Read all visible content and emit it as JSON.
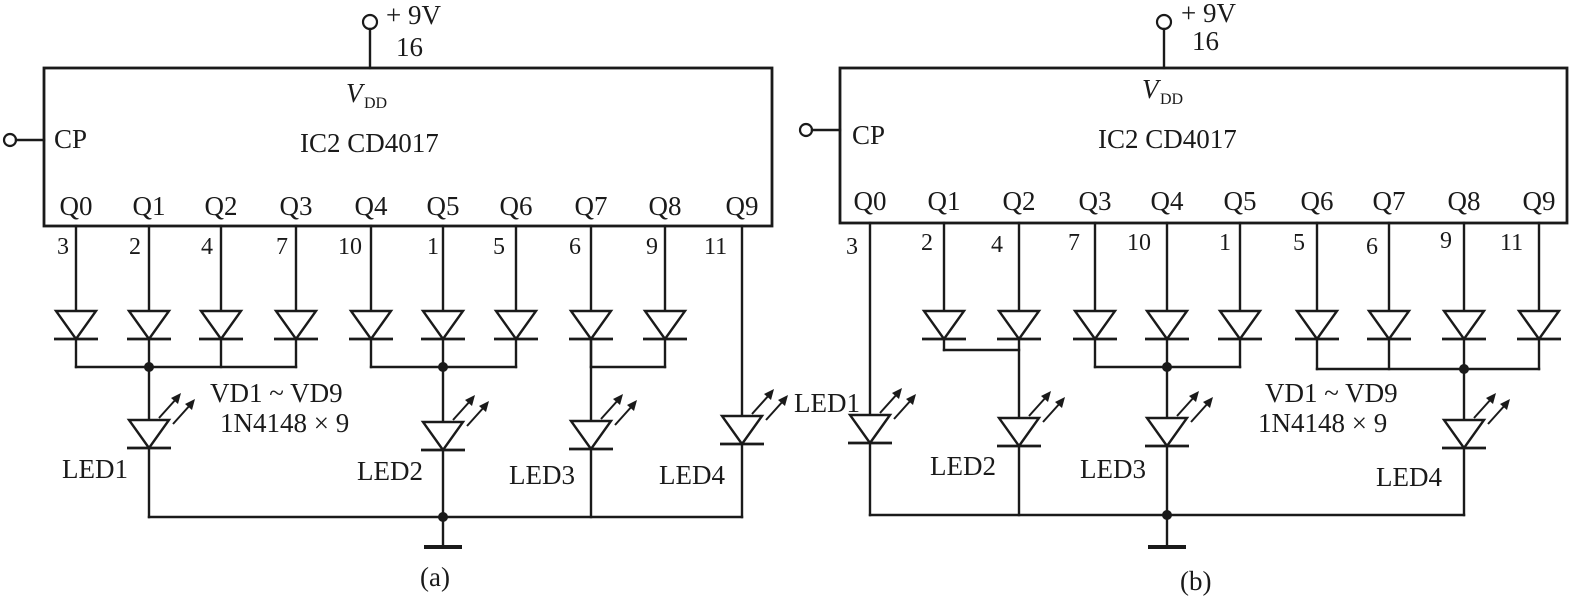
{
  "figure": {
    "circuit_a": {
      "supply": "+ 9V",
      "supply_pin": "16",
      "vdd": "V",
      "vdd_sub": "DD",
      "clock_label": "CP",
      "ic_label": "IC2  CD4017",
      "outputs": [
        {
          "name": "Q0",
          "pin": "3"
        },
        {
          "name": "Q1",
          "pin": "2"
        },
        {
          "name": "Q2",
          "pin": "4"
        },
        {
          "name": "Q3",
          "pin": "7"
        },
        {
          "name": "Q4",
          "pin": "10"
        },
        {
          "name": "Q5",
          "pin": "1"
        },
        {
          "name": "Q6",
          "pin": "5"
        },
        {
          "name": "Q7",
          "pin": "6"
        },
        {
          "name": "Q8",
          "pin": "9"
        },
        {
          "name": "Q9",
          "pin": "11"
        }
      ],
      "diode_note_line1": "VD1 ~ VD9",
      "diode_note_line2": "1N4148 × 9",
      "leds": [
        "LED1",
        "LED2",
        "LED3",
        "LED4"
      ],
      "caption": "(a)"
    },
    "circuit_b": {
      "supply": "+ 9V",
      "supply_pin": "16",
      "vdd": "V",
      "vdd_sub": "DD",
      "clock_label": "CP",
      "ic_label": "IC2  CD4017",
      "outputs": [
        {
          "name": "Q0",
          "pin": "3"
        },
        {
          "name": "Q1",
          "pin": "2"
        },
        {
          "name": "Q2",
          "pin": "4"
        },
        {
          "name": "Q3",
          "pin": "7"
        },
        {
          "name": "Q4",
          "pin": "10"
        },
        {
          "name": "Q5",
          "pin": "1"
        },
        {
          "name": "Q6",
          "pin": "5"
        },
        {
          "name": "Q7",
          "pin": "6"
        },
        {
          "name": "Q8",
          "pin": "9"
        },
        {
          "name": "Q9",
          "pin": "11"
        }
      ],
      "diode_note_line1": "VD1 ~ VD9",
      "diode_note_line2": "1N4148 × 9",
      "leds": [
        "LED1",
        "LED2",
        "LED3",
        "LED4"
      ],
      "caption": "(b)"
    }
  }
}
